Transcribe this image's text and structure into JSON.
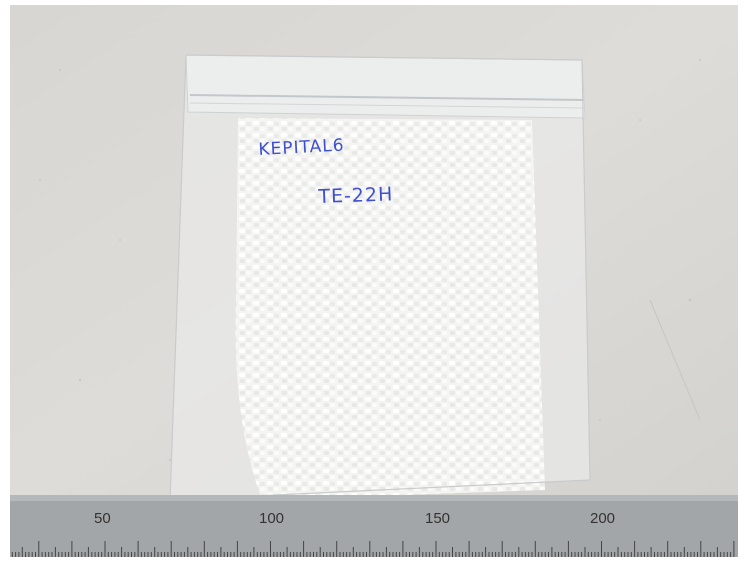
{
  "bag_label": {
    "line1": "KEPITAL6",
    "line2": "TE-22H"
  },
  "ruler": {
    "labels": [
      "50",
      "100",
      "150",
      "200"
    ]
  },
  "colors": {
    "table": "#d9d8d4",
    "ruler": "#a3a6a8",
    "ink": "#3f4fd0",
    "pellets": "#f3f3f1"
  }
}
